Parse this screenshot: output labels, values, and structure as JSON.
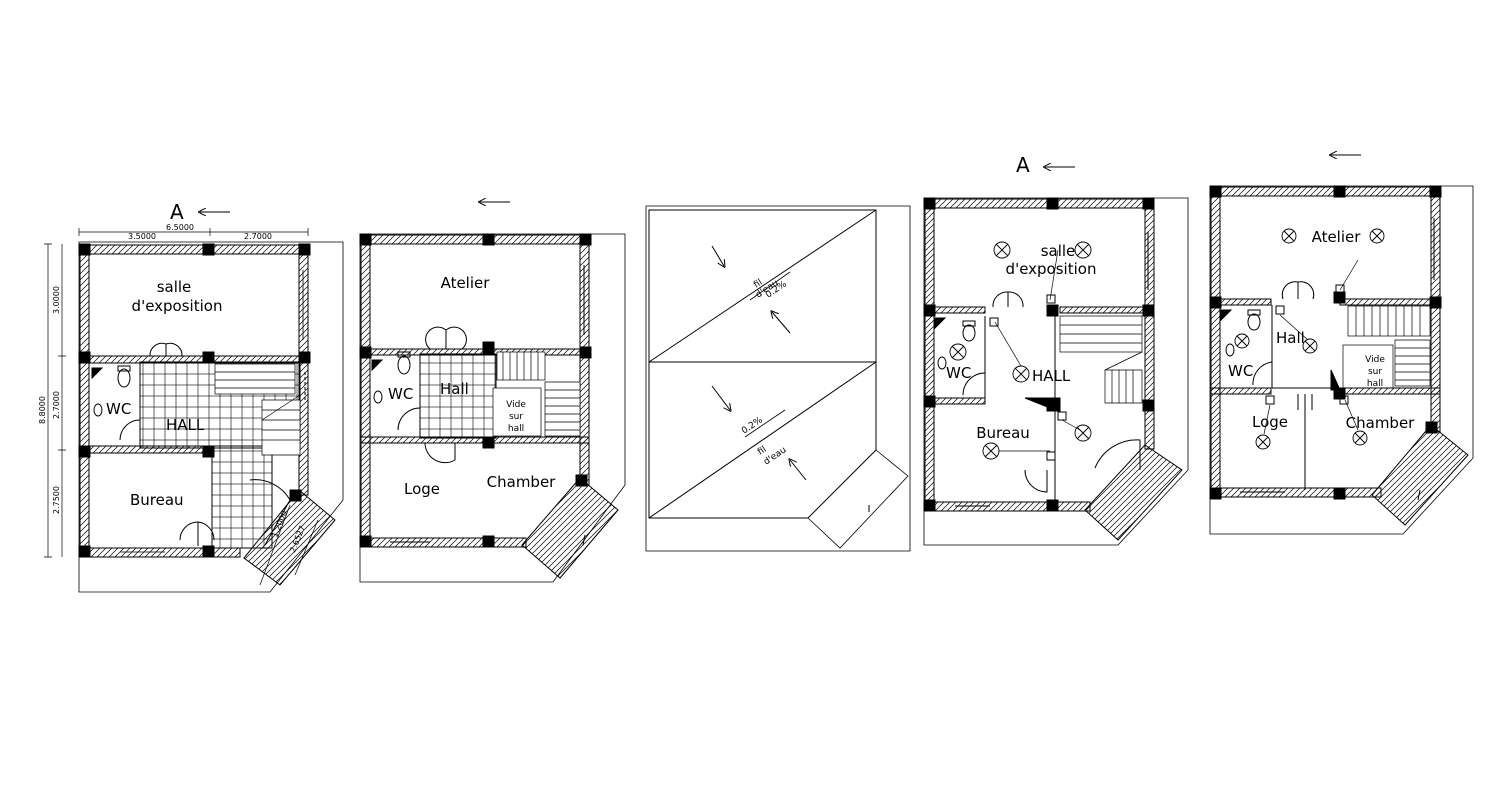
{
  "section_marker": "A",
  "plan1": {
    "dims": {
      "total_width": "6.5000",
      "left": "3.5000",
      "right": "2.7000",
      "total_height": "8.8000",
      "h_top": "3.0000",
      "h_mid": "2.7000",
      "h_bot": "2.7500",
      "diag_a": "1.2000",
      "diag_b": "2.6527"
    },
    "rooms": {
      "salle_line1": "salle",
      "salle_line2": "d'exposition",
      "wc": "WC",
      "hall": "HALL",
      "bureau": "Bureau"
    }
  },
  "plan2": {
    "rooms": {
      "atelier": "Atelier",
      "wc": "WC",
      "hall": "Hall",
      "vide1": "Vide",
      "vide2": "sur",
      "vide3": "hall",
      "loge": "Loge",
      "chamber": "Chamber"
    }
  },
  "roof": {
    "fil_label": "fil",
    "eau_label": "d'eau",
    "eau_label_2": "d'eau",
    "slope": "0.2%"
  },
  "plan4": {
    "rooms": {
      "salle_line1": "salle",
      "salle_line2": "d'exposition",
      "wc": "WC",
      "hall": "HALL",
      "bureau": "Bureau"
    }
  },
  "plan5": {
    "rooms": {
      "atelier": "Atelier",
      "wc": "WC",
      "hall": "Hall",
      "vide1": "Vide",
      "vide2": "sur",
      "vide3": "hall",
      "loge": "Loge",
      "chamber": "Chamber"
    }
  },
  "colors": {
    "line": "#000000",
    "background": "#ffffff",
    "hatch": "#000000"
  }
}
